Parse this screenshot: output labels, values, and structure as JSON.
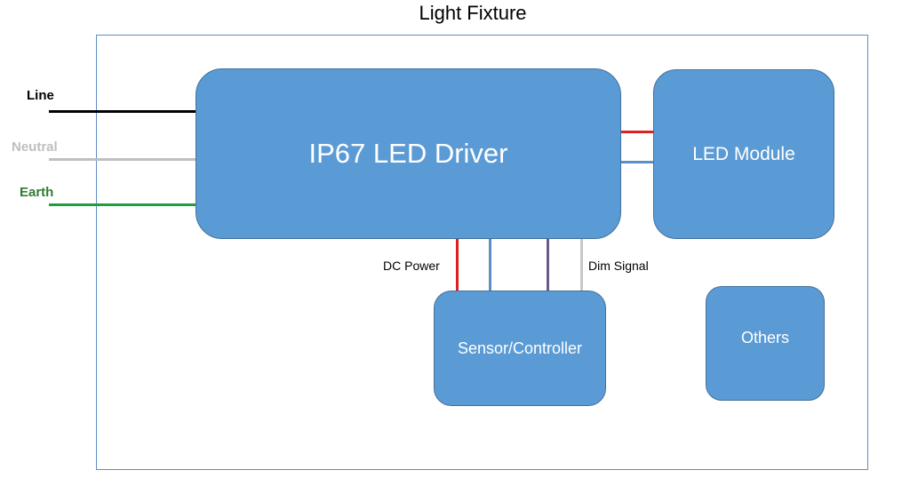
{
  "title": "Light Fixture",
  "inputs": {
    "line": "Line",
    "neutral": "Neutral",
    "earth": "Earth"
  },
  "blocks": {
    "driver": "IP67 LED Driver",
    "led_module": "LED Module",
    "sensor": "Sensor/Controller",
    "others": "Others"
  },
  "connector_labels": {
    "dc_power": "DC Power",
    "dim_signal": "Dim Signal"
  },
  "colors": {
    "block_fill": "#5b9bd5",
    "line_wire": "#000000",
    "neutral_wire": "#bfbfbf",
    "earth_wire": "#1e9e3c",
    "dc_positive": "#e02020",
    "dc_negative": "#5b8fc5",
    "dim_positive": "#6a5a8a",
    "dim_negative": "#c8c8c8"
  }
}
